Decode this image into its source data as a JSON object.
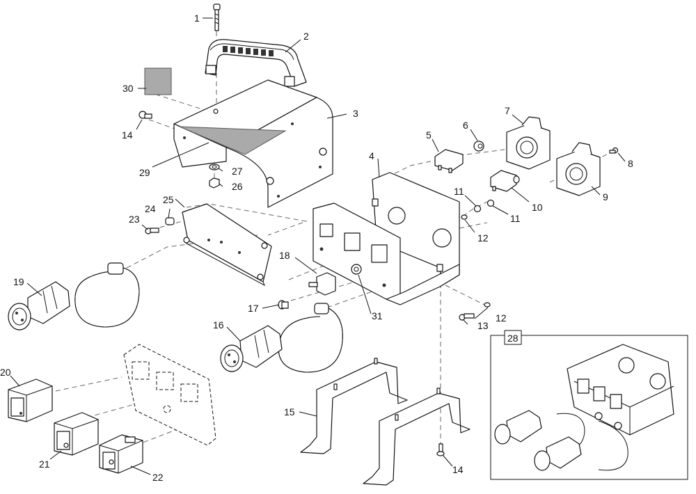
{
  "callouts": {
    "c1": "1",
    "c2": "2",
    "c3": "3",
    "c4": "4",
    "c5": "5",
    "c6": "6",
    "c7": "7",
    "c8": "8",
    "c9": "9",
    "c10": "10",
    "c11a": "11",
    "c11b": "11",
    "c12a": "12",
    "c12b": "12",
    "c13": "13",
    "c14a": "14",
    "c14b": "14",
    "c15": "15",
    "c16": "16",
    "c17": "17",
    "c18": "18",
    "c19": "19",
    "c20": "20",
    "c21": "21",
    "c22": "22",
    "c23": "23",
    "c24": "24",
    "c25": "25",
    "c26": "26",
    "c27": "27",
    "c28": "28",
    "c29": "29",
    "c30": "30",
    "c31": "31"
  }
}
